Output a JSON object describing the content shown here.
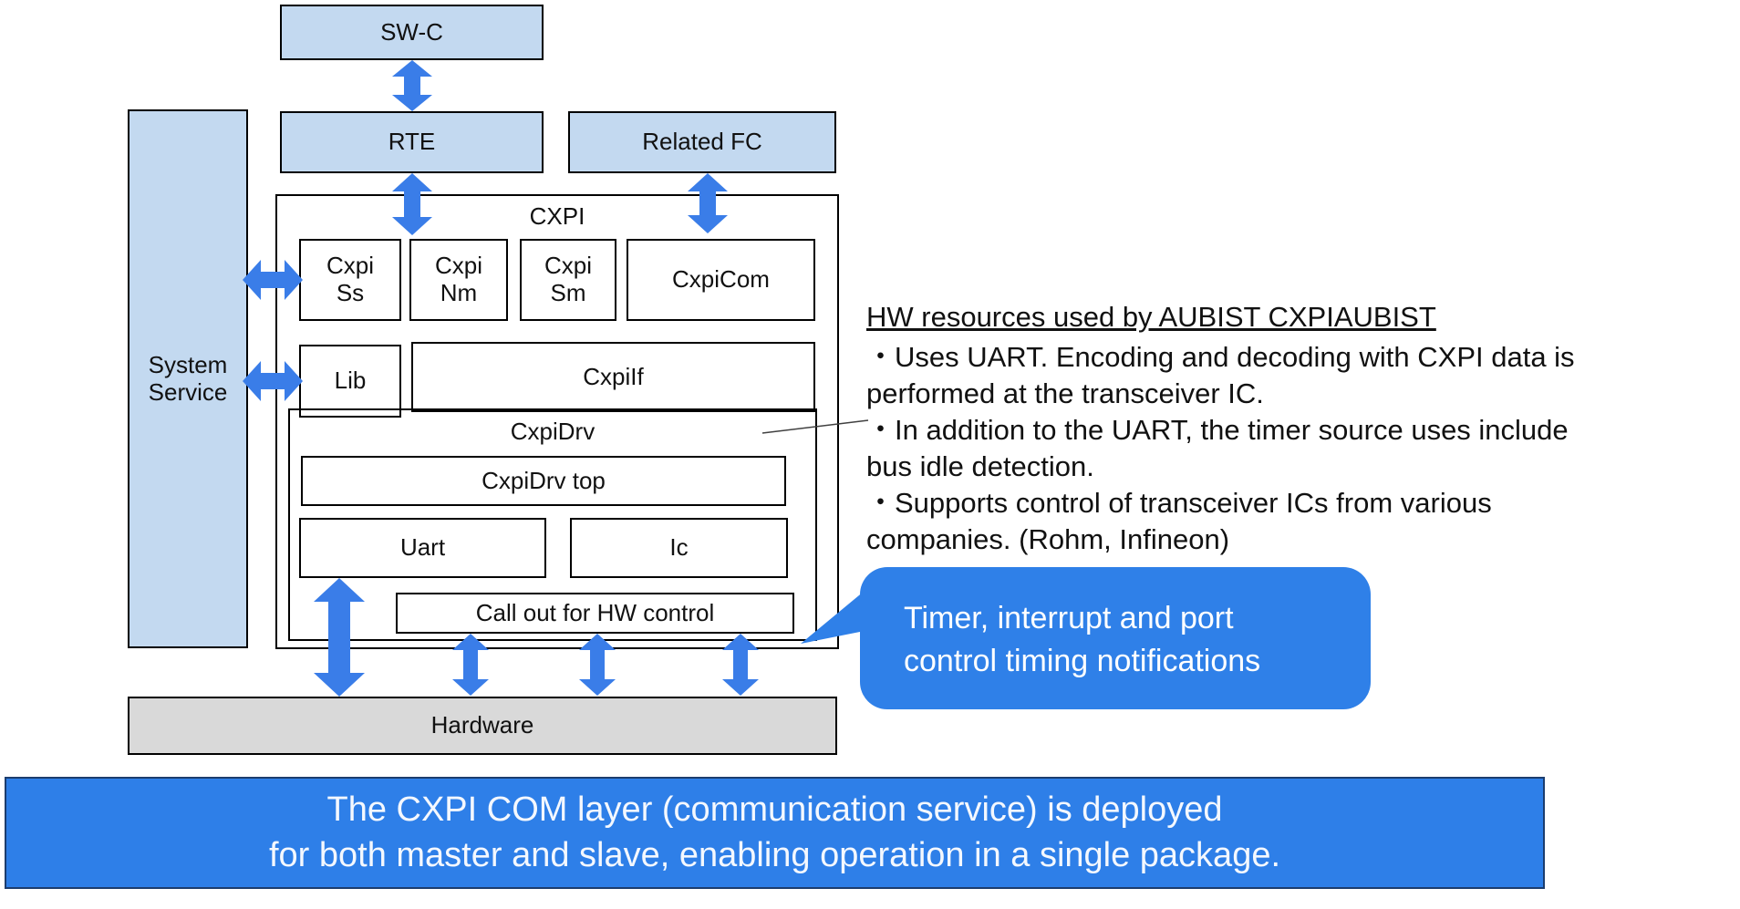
{
  "colors": {
    "box_fill": "#C3D9F0",
    "arrow_blue": "#3A7DE8",
    "callout_blue": "#2F80E8",
    "banner_blue": "#2E7FE8",
    "banner_border": "#1C3D6E",
    "hardware_gray": "#D9D9D9"
  },
  "diagram": {
    "swc": "SW-C",
    "rte": "RTE",
    "related_fc": "Related FC",
    "system_service": "System Service",
    "cxpi_label": "CXPI",
    "cxpi_ss_l1": "Cxpi",
    "cxpi_ss_l2": "Ss",
    "cxpi_nm_l1": "Cxpi",
    "cxpi_nm_l2": "Nm",
    "cxpi_sm_l1": "Cxpi",
    "cxpi_sm_l2": "Sm",
    "cxpicom": "CxpiCom",
    "lib": "Lib",
    "cxpiif": "CxpiIf",
    "cxpidrv_label": "CxpiDrv",
    "cxpidrv_top": "CxpiDrv top",
    "uart": "Uart",
    "ic": "Ic",
    "call_out": "Call out for HW control",
    "hardware": "Hardware"
  },
  "side_note": {
    "heading": "HW resources used by AUBIST CXPIAUBIST",
    "lines": [
      "・Uses UART. Encoding and decoding with CXPI data is",
      "performed at the transceiver IC.",
      "・In addition to the UART, the timer source uses include",
      "bus idle detection.",
      "・Supports control of transceiver ICs from various",
      "companies. (Rohm, Infineon)"
    ]
  },
  "callout": {
    "line1": "Timer, interrupt and port",
    "line2": "control timing notifications"
  },
  "banner": {
    "line1": "The CXPI COM layer (communication service) is deployed",
    "line2": "for both master and slave, enabling operation in a single package."
  }
}
